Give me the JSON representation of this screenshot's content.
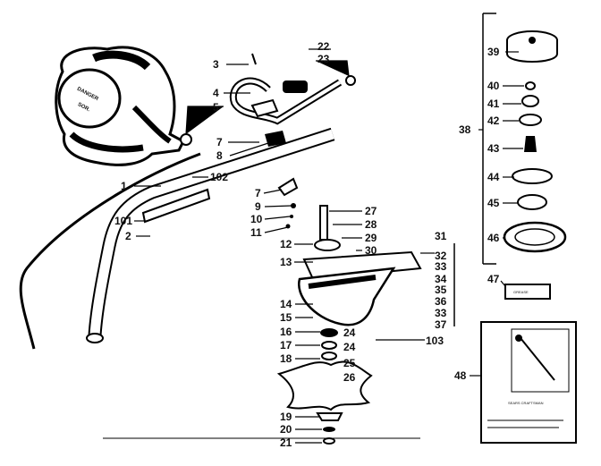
{
  "diagram": {
    "callouts": {
      "c1": "1",
      "c2": "2",
      "c3": "3",
      "c4": "4",
      "c5": "5",
      "c7a": "7",
      "c7b": "7",
      "c8": "8",
      "c9": "9",
      "c10": "10",
      "c11": "11",
      "c12": "12",
      "c13": "13",
      "c14": "14",
      "c15": "15",
      "c16": "16",
      "c17": "17",
      "c18": "18",
      "c19": "19",
      "c20": "20",
      "c21": "21",
      "c22": "22",
      "c23": "23",
      "c24a": "24",
      "c24b": "24",
      "c25": "25",
      "c26": "26",
      "c27": "27",
      "c28": "28",
      "c29": "29",
      "c30": "30",
      "c31": "31",
      "c32": "32",
      "c33a": "33",
      "c33b": "33",
      "c34": "34",
      "c35": "35",
      "c36": "36",
      "c37": "37",
      "c38": "38",
      "c39": "39",
      "c40": "40",
      "c41": "41",
      "c42": "42",
      "c43": "43",
      "c44": "44",
      "c45": "45",
      "c46": "46",
      "c47": "47",
      "c48": "48",
      "c101": "101",
      "c102": "102",
      "c103": "103"
    },
    "strap_label_1": "DANGER",
    "strap_label_2": "SOR.",
    "grease_label": "GREASE",
    "manual_title": "SEARS CRAFTSMAN"
  }
}
